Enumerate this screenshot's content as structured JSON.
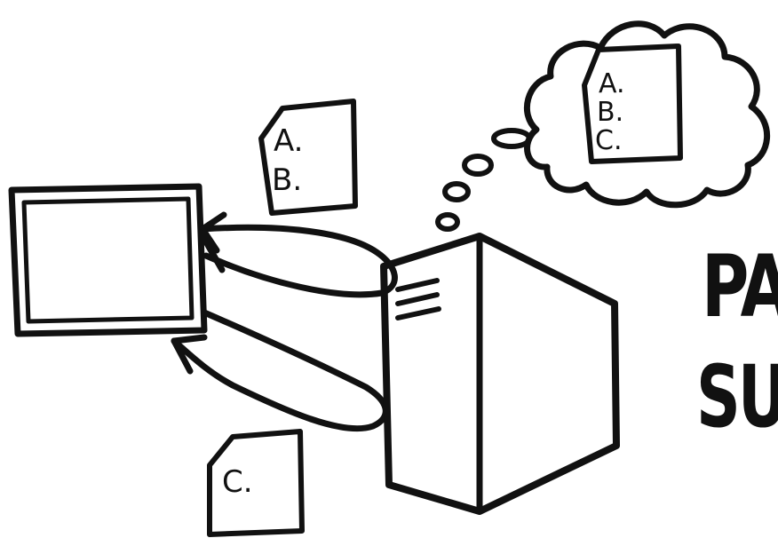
{
  "doc_top": {
    "lines": [
      "A.",
      "B."
    ]
  },
  "doc_bottom": {
    "lines": [
      "C."
    ]
  },
  "thought_doc": {
    "lines": [
      "A.",
      "B.",
      "C."
    ]
  },
  "title": {
    "line1": "PAR",
    "line2": "SUB"
  },
  "colors": {
    "ink": "#111111",
    "paper": "#ffffff"
  }
}
